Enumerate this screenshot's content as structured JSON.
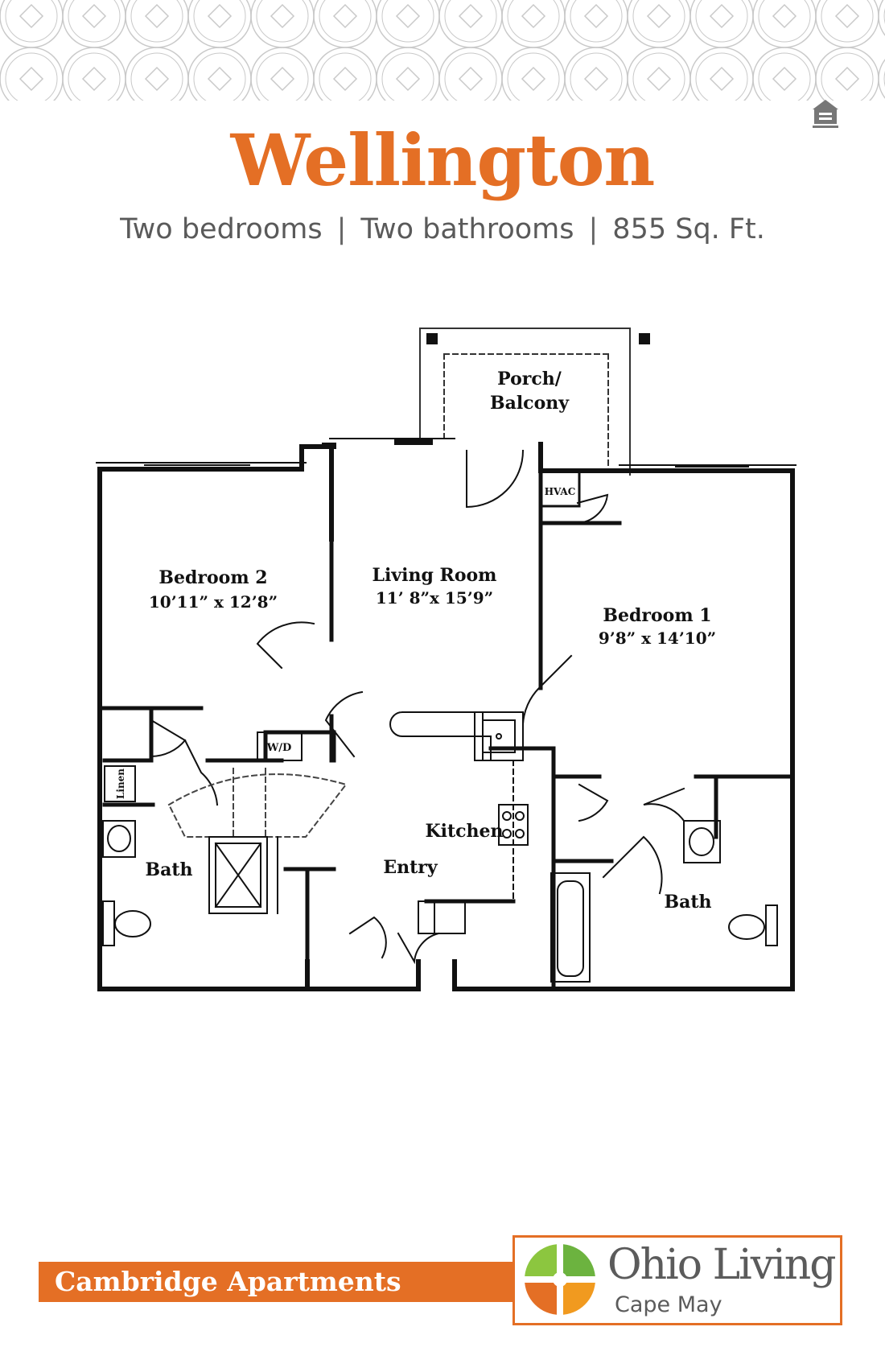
{
  "header": {
    "icon": "equal-housing-opportunity-icon",
    "title": "Wellington",
    "bedrooms": "Two bedrooms",
    "bathrooms": "Two bathrooms",
    "area": "855 Sq. Ft.",
    "separator": "|"
  },
  "floor_plan": {
    "porch": [
      "Porch/",
      "Balcony"
    ],
    "living_room": {
      "name": "Living Room",
      "size": "11’ 8”x 15’9”"
    },
    "bedroom_2": {
      "name": "Bedroom  2",
      "size": "10’11” x 12’8”"
    },
    "bedroom_1": {
      "name": "Bedroom  1",
      "size": "9’8” x 14’10”"
    },
    "hvac": "HVAC",
    "wd": "W/D",
    "linen": "Linen",
    "kitchen": "Kitchen",
    "entry": "Entry",
    "bath_left": "Bath",
    "bath_right": "Bath"
  },
  "footer": {
    "community": "Cambridge Apartments",
    "brand": "Ohio Living",
    "location": "Cape May"
  },
  "colors": {
    "accent": "#e46f25",
    "text_gray": "#5a5a5a",
    "logo_green": "#6cb33f",
    "logo_orange": "#f19a1f"
  }
}
